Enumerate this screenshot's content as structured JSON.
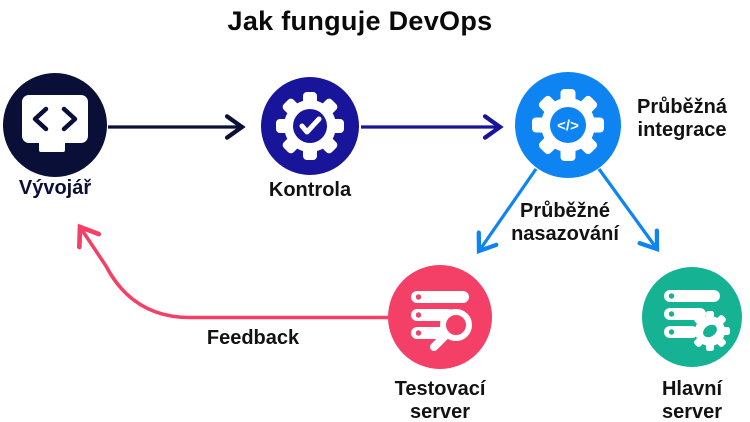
{
  "title": "Jak funguje DevOps",
  "nodes": {
    "developer": {
      "label": "Vývojář",
      "icon": "code-window-icon"
    },
    "control": {
      "label": "Kontrola",
      "icon": "gear-check-icon"
    },
    "integration": {
      "label": "Průběžná integrace",
      "icon": "gear-code-icon",
      "icon_glyph": "</>"
    },
    "testing": {
      "label": "Testovací server",
      "icon": "server-search-icon"
    },
    "main": {
      "label": "Hlavní server",
      "icon": "server-gear-icon"
    }
  },
  "edges": {
    "developer_to_control": {
      "label": ""
    },
    "control_to_integration": {
      "label": ""
    },
    "integration_to_servers": {
      "label": "Průběžné nasazování"
    },
    "testing_to_developer": {
      "label": "Feedback"
    }
  },
  "colors": {
    "developer_circle": "#0a0f38",
    "control_circle": "#18159a",
    "integration_circle": "#0d84f2",
    "testing_circle": "#f43f66",
    "main_circle": "#16b294",
    "arrow_dark_navy": "#0a0f38",
    "arrow_navy": "#18159a",
    "arrow_blue": "#0d84f2",
    "arrow_pink": "#f43f66",
    "label_text": "#121212",
    "title_text": "#0a0a0b",
    "background": "#ffffff"
  }
}
